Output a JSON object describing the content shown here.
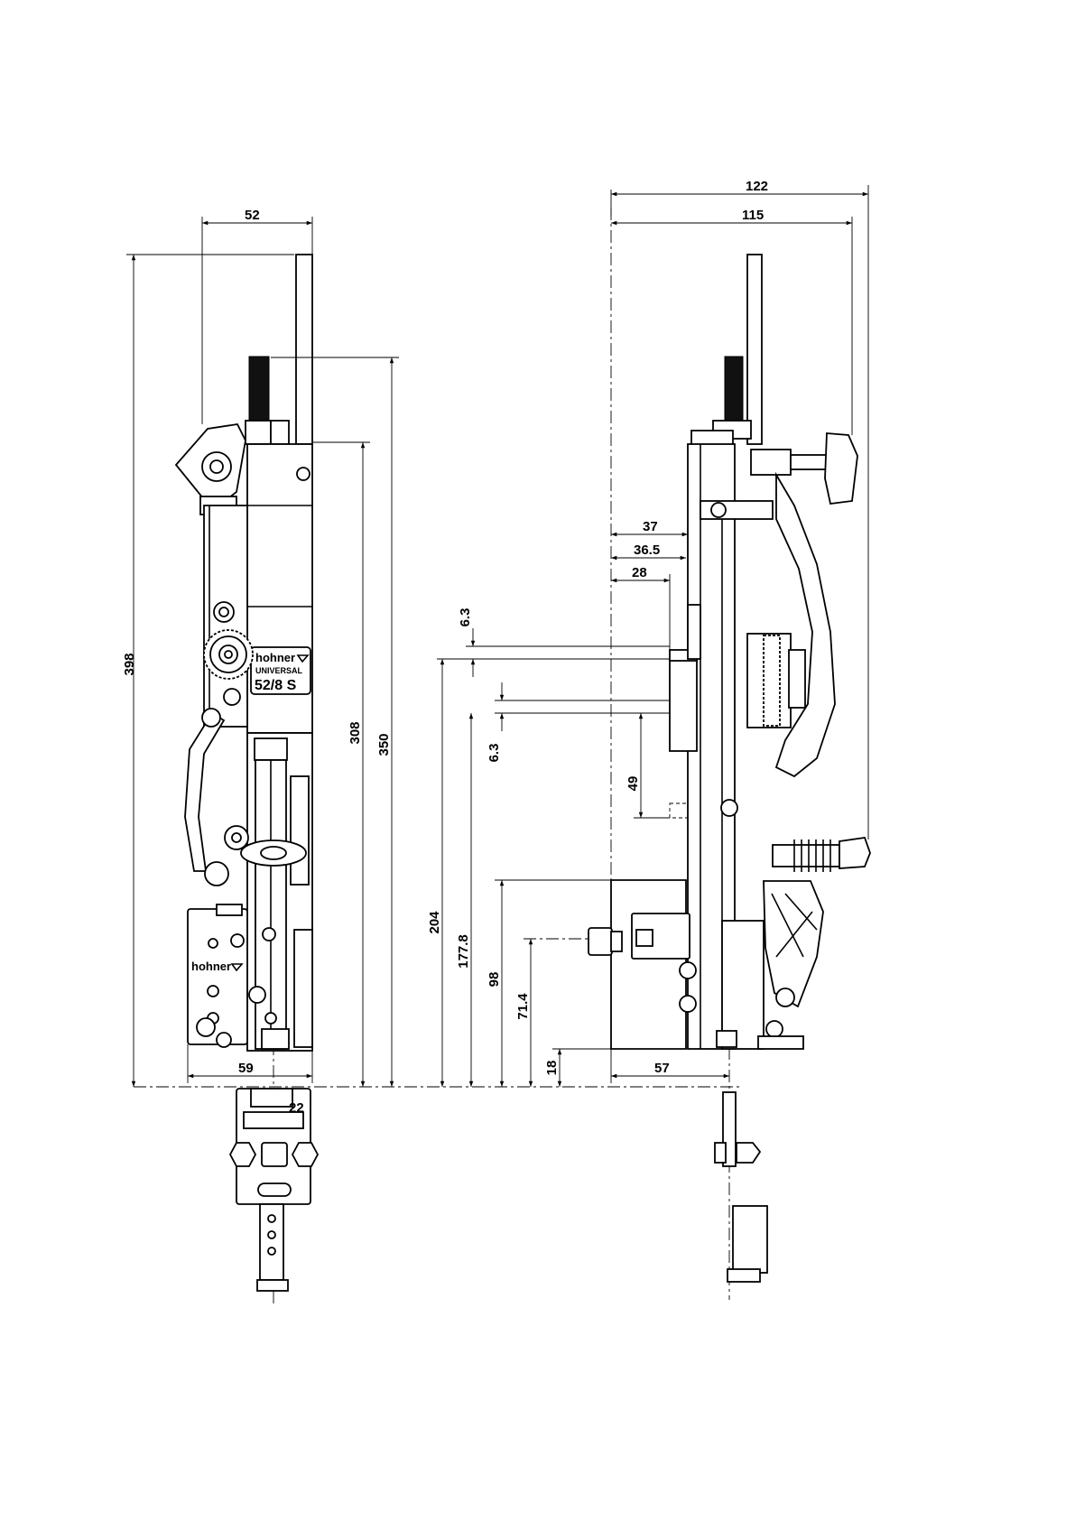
{
  "brand": {
    "logo_left_plate": "hohner",
    "logo_lower_plate": "hohner",
    "product_line": "UNIVERSAL",
    "model": "52/8 S"
  },
  "dimensions_front_view": {
    "overall_height": "398",
    "top_width": "52",
    "height_to_top_block": "308",
    "height_to_spindle": "350",
    "bottom_width": "59",
    "head_width": "22"
  },
  "dimensions_side_view": {
    "overall_width": "122",
    "width_to_knob": "115",
    "offset_37": "37",
    "offset_36_5": "36.5",
    "offset_28": "28",
    "slot_upper": "6.3",
    "slot_lower": "6.3",
    "height_204": "204",
    "height_177_8": "177.8",
    "gap_49": "49",
    "height_98": "98",
    "height_71_4": "71.4",
    "height_18": "18",
    "base_length": "57"
  }
}
